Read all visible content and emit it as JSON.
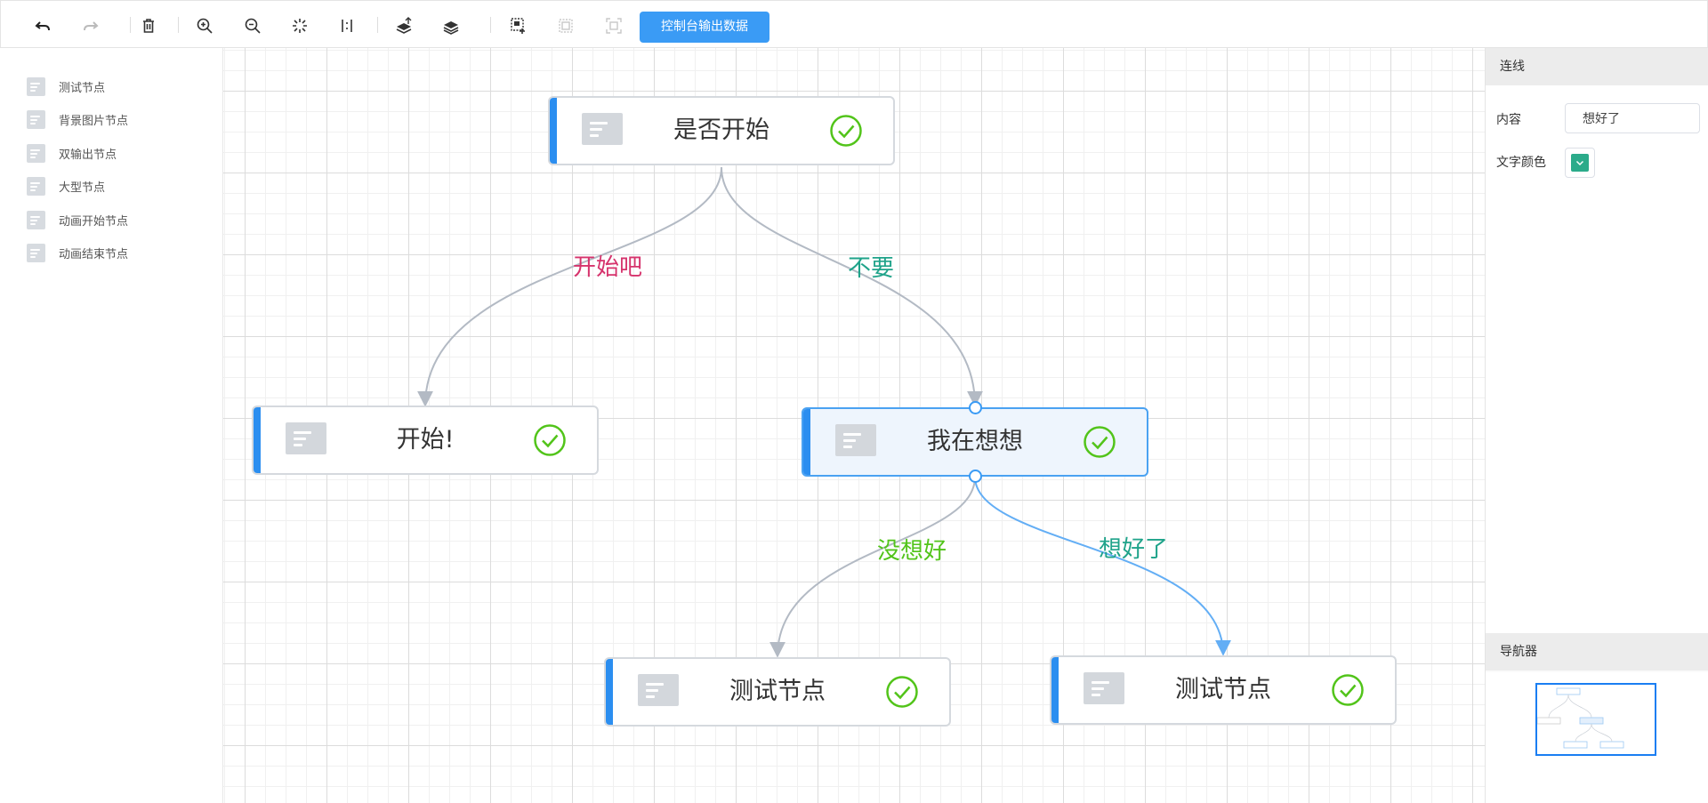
{
  "toolbar": {
    "buttons": [
      {
        "icon": "undo-icon",
        "title": "undo"
      },
      {
        "icon": "redo-icon",
        "title": "redo"
      },
      {
        "icon": "delete-icon",
        "title": "delete"
      },
      {
        "icon": "zoom-in-icon",
        "title": "zoom-in"
      },
      {
        "icon": "zoom-out-icon",
        "title": "zoom-out"
      },
      {
        "icon": "fit-view-icon",
        "title": "fit"
      },
      {
        "icon": "actual-size-icon",
        "title": "actual-size"
      },
      {
        "icon": "bring-to-front-icon",
        "title": "to-front"
      },
      {
        "icon": "send-to-back-icon",
        "title": "to-back"
      },
      {
        "icon": "multi-select-icon",
        "title": "multi-select"
      },
      {
        "icon": "group-icon",
        "title": "group"
      },
      {
        "icon": "ungroup-icon",
        "title": "ungroup"
      }
    ],
    "console_output_label": "控制台输出数据",
    "accent_color": "#3a9bf5"
  },
  "palette": {
    "items": [
      {
        "label": "测试节点"
      },
      {
        "label": "背景图片节点"
      },
      {
        "label": "双输出节点"
      },
      {
        "label": "大型节点"
      },
      {
        "label": "动画开始节点"
      },
      {
        "label": "动画结束节点"
      }
    ]
  },
  "canvas": {
    "nodes": [
      {
        "label": "是否开始",
        "status": "check-circle-icon"
      },
      {
        "label": "开始!",
        "status": "check-circle-icon"
      },
      {
        "label": "我在想想",
        "status": "check-circle-icon",
        "selected": true
      },
      {
        "label": "测试节点",
        "status": "check-circle-icon"
      },
      {
        "label": "测试节点",
        "status": "check-circle-icon"
      }
    ],
    "edges": [
      {
        "label": "开始吧",
        "color": "#d6336c"
      },
      {
        "label": "不要",
        "color": "#1fa38a"
      },
      {
        "label": "没想好",
        "color": "#52c41a"
      },
      {
        "label": "想好了",
        "color": "#1fa38a",
        "selected": true
      }
    ],
    "node_accent_color": "#2b8ef0",
    "check_color": "#52c41a"
  },
  "panel": {
    "edge_section_title": "连线",
    "content_label": "内容",
    "content_value": "想好了",
    "text_color_label": "文字颜色",
    "text_color_value": "#2bab8a",
    "navigator_title": "导航器"
  }
}
